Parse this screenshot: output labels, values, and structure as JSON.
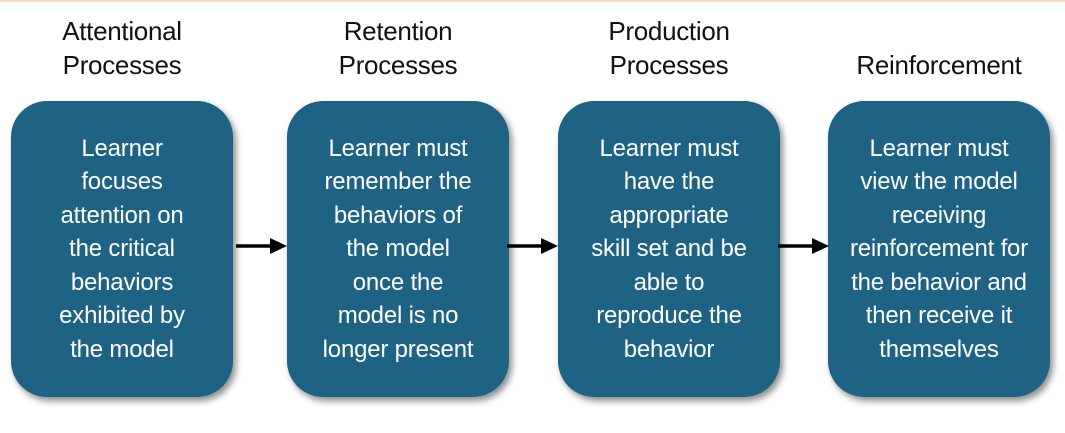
{
  "steps": [
    {
      "header": [
        "Attentional",
        "Processes"
      ],
      "body": [
        "Learner",
        "focuses",
        "attention on",
        "the critical",
        "behaviors",
        "exhibited by",
        "the model"
      ]
    },
    {
      "header": [
        "Retention",
        "Processes"
      ],
      "body": [
        "Learner must",
        "remember the",
        "behaviors of",
        "the model",
        "once the",
        "model is no",
        "longer present"
      ]
    },
    {
      "header": [
        "Production",
        "Processes"
      ],
      "body": [
        "Learner must",
        "have the",
        "appropriate",
        "skill set and be",
        "able to",
        "reproduce the",
        "behavior"
      ]
    },
    {
      "header": [
        "Reinforcement"
      ],
      "body": [
        "Learner must",
        "view the model",
        "receiving",
        "reinforcement for",
        "the behavior and",
        "then receive it",
        "themselves"
      ]
    }
  ],
  "colors": {
    "box_fill": "#1e6383",
    "box_text": "#ffffff",
    "header_text": "#111111",
    "arrow": "#000000"
  },
  "icons": [
    "right-arrow-icon"
  ]
}
